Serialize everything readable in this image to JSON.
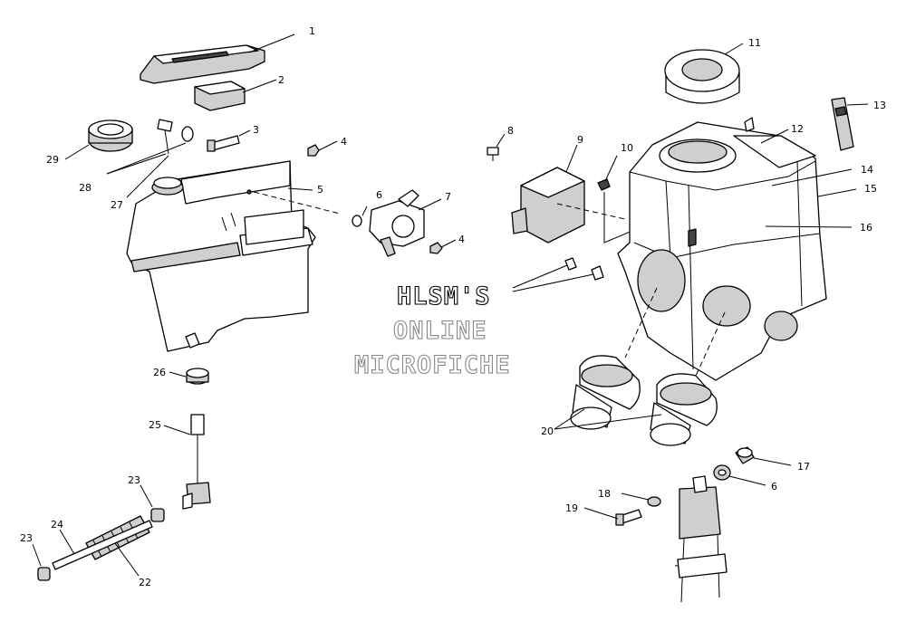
{
  "watermark": {
    "line1": "HLSM'S",
    "line2": "ONLINE",
    "line3": "MICROFICHE"
  },
  "callouts": [
    "1",
    "2",
    "3",
    "4",
    "5",
    "6",
    "7",
    "4",
    "8",
    "9",
    "10",
    "11",
    "12",
    "13",
    "14",
    "15",
    "16",
    "17",
    "6",
    "18",
    "19",
    "20",
    "22",
    "23",
    "23",
    "24",
    "25",
    "26",
    "27",
    "28",
    "29"
  ]
}
